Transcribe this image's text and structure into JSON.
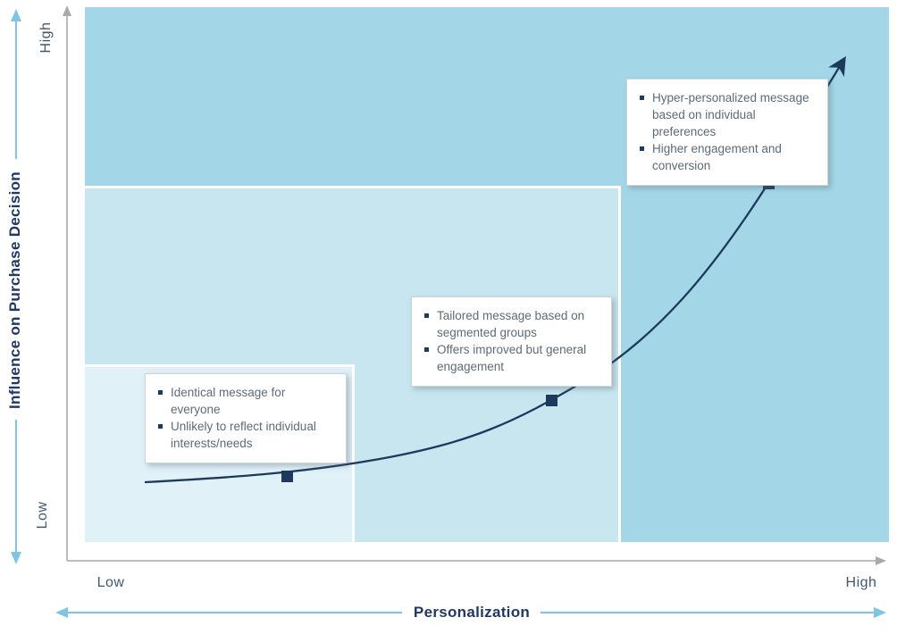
{
  "axes": {
    "y_title": "Influence on Purchase Decision",
    "y_high": "High",
    "y_low": "Low",
    "x_title": "Personalization",
    "x_low": "Low",
    "x_high": "High"
  },
  "annotations": [
    {
      "name": "mass-message",
      "bullets": [
        "Identical message for everyone",
        "Unlikely to reflect individual interests/needs"
      ]
    },
    {
      "name": "segmented-message",
      "bullets": [
        "Tailored message based on segmented groups",
        "Offers improved but general engagement"
      ]
    },
    {
      "name": "hyper-personalized-message",
      "bullets": [
        "Hyper-personalized message based on individual preferences",
        "Higher engagement and conversion"
      ]
    }
  ],
  "colors": {
    "zone_outer": "#a3d7e8",
    "zone_middle": "#c8e6f0",
    "zone_inner": "#e0f1f8",
    "curve_navy": "#1d3a5c",
    "accent_arrow_blue": "#7fc5e2",
    "axis_gray": "#a9a9a9",
    "title_navy": "#1f3864",
    "tick_label": "#43596e",
    "box_text": "#5d6b76"
  },
  "chart_data": {
    "type": "line",
    "title": "",
    "xlabel": "Personalization",
    "ylabel": "Influence on Purchase Decision",
    "x_axis_labels": [
      "Low",
      "High"
    ],
    "y_axis_labels": [
      "Low",
      "High"
    ],
    "grid": false,
    "legend": false,
    "curve": {
      "shape": "exponential-growth",
      "arrow_end": true,
      "points_pct": [
        {
          "x": 7.4,
          "y": 11.2
        },
        {
          "x": 25.1,
          "y": 12.4
        },
        {
          "x": 58.0,
          "y": 26.5
        },
        {
          "x": 85.0,
          "y": 67.1
        },
        {
          "x": 94.4,
          "y": 91.0
        }
      ]
    },
    "markers_pct": [
      {
        "x": 25.1,
        "y": 12.4,
        "annotation_index": 0
      },
      {
        "x": 58.0,
        "y": 26.5,
        "annotation_index": 1
      },
      {
        "x": 85.0,
        "y": 67.1,
        "annotation_index": 2
      }
    ],
    "zones": [
      {
        "name": "low-personalization",
        "color": "#e0f1f8",
        "width_pct": 33.6,
        "height_pct": 33.2
      },
      {
        "name": "medium-personalization",
        "color": "#c8e6f0",
        "width_pct": 66.7,
        "height_pct": 66.6
      },
      {
        "name": "high-personalization",
        "color": "#a3d7e8",
        "width_pct": 100,
        "height_pct": 100
      }
    ]
  }
}
